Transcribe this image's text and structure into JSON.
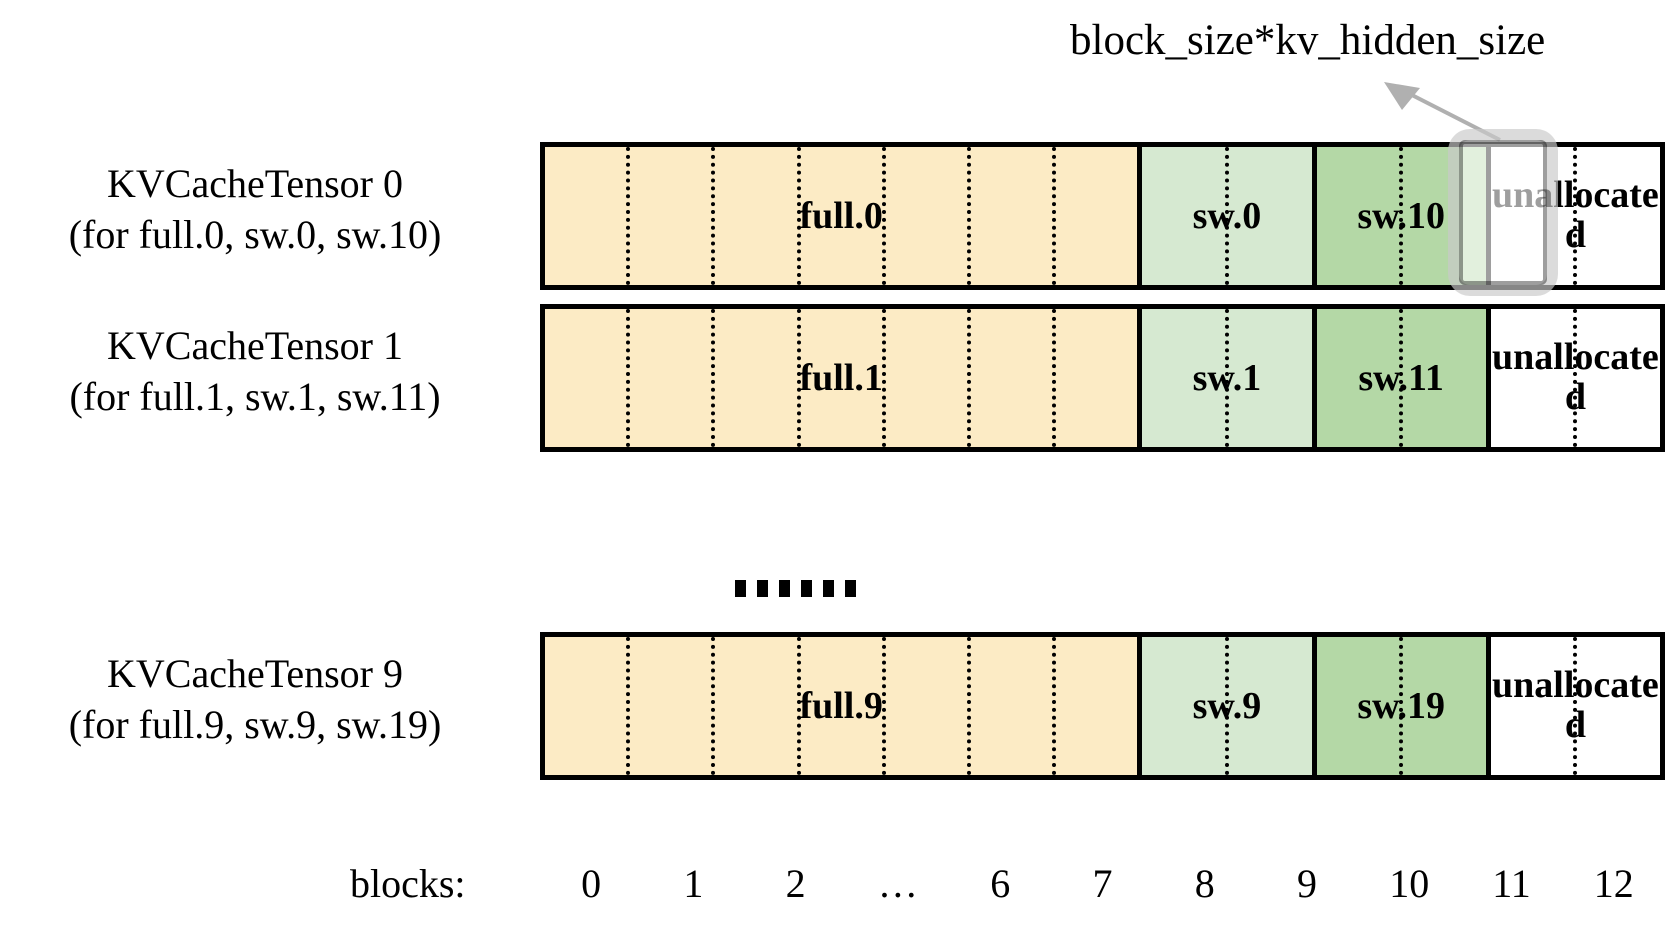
{
  "annotation": {
    "label": "block_size*kv_hidden_size",
    "arrow_icon": "arrow-up-left-icon",
    "target_block": "11"
  },
  "colors": {
    "full_segment": "#FCEBC5",
    "sw_segment": "#D6E9D1",
    "sw2_segment": "#B4D8A6",
    "unallocated_segment": "#FFFFFF",
    "border": "#000000",
    "highlight": "#C8C8C8"
  },
  "rows": [
    {
      "label_line1": "KVCacheTensor 0",
      "label_line2": "(for full.0, sw.0, sw.10)",
      "segments": [
        {
          "name": "full-segment",
          "text": "full.0",
          "blocks": 7
        },
        {
          "name": "sw-segment",
          "text": "sw.0",
          "blocks": 2
        },
        {
          "name": "sw2-segment",
          "text": "sw.10",
          "blocks": 2
        },
        {
          "name": "unallocated-segment",
          "text": "unallocated",
          "blocks": 2
        }
      ],
      "highlighted": true
    },
    {
      "label_line1": "KVCacheTensor 1",
      "label_line2": "(for full.1, sw.1, sw.11)",
      "segments": [
        {
          "name": "full-segment",
          "text": "full.1",
          "blocks": 7
        },
        {
          "name": "sw-segment",
          "text": "sw.1",
          "blocks": 2
        },
        {
          "name": "sw2-segment",
          "text": "sw.11",
          "blocks": 2
        },
        {
          "name": "unallocated-segment",
          "text": "unallocated",
          "blocks": 2
        }
      ],
      "highlighted": false
    },
    {
      "label_line1": "KVCacheTensor 9",
      "label_line2": "(for full.9, sw.9, sw.19)",
      "segments": [
        {
          "name": "full-segment",
          "text": "full.9",
          "blocks": 7
        },
        {
          "name": "sw-segment",
          "text": "sw.9",
          "blocks": 2
        },
        {
          "name": "sw2-segment",
          "text": "sw.19",
          "blocks": 2
        },
        {
          "name": "unallocated-segment",
          "text": "unallocated",
          "blocks": 2
        }
      ],
      "highlighted": false
    }
  ],
  "ellipsis": "……",
  "axis": {
    "title": "blocks:",
    "ticks": [
      "0",
      "1",
      "2",
      "…",
      "6",
      "7",
      "8",
      "9",
      "10",
      "11",
      "12"
    ]
  }
}
